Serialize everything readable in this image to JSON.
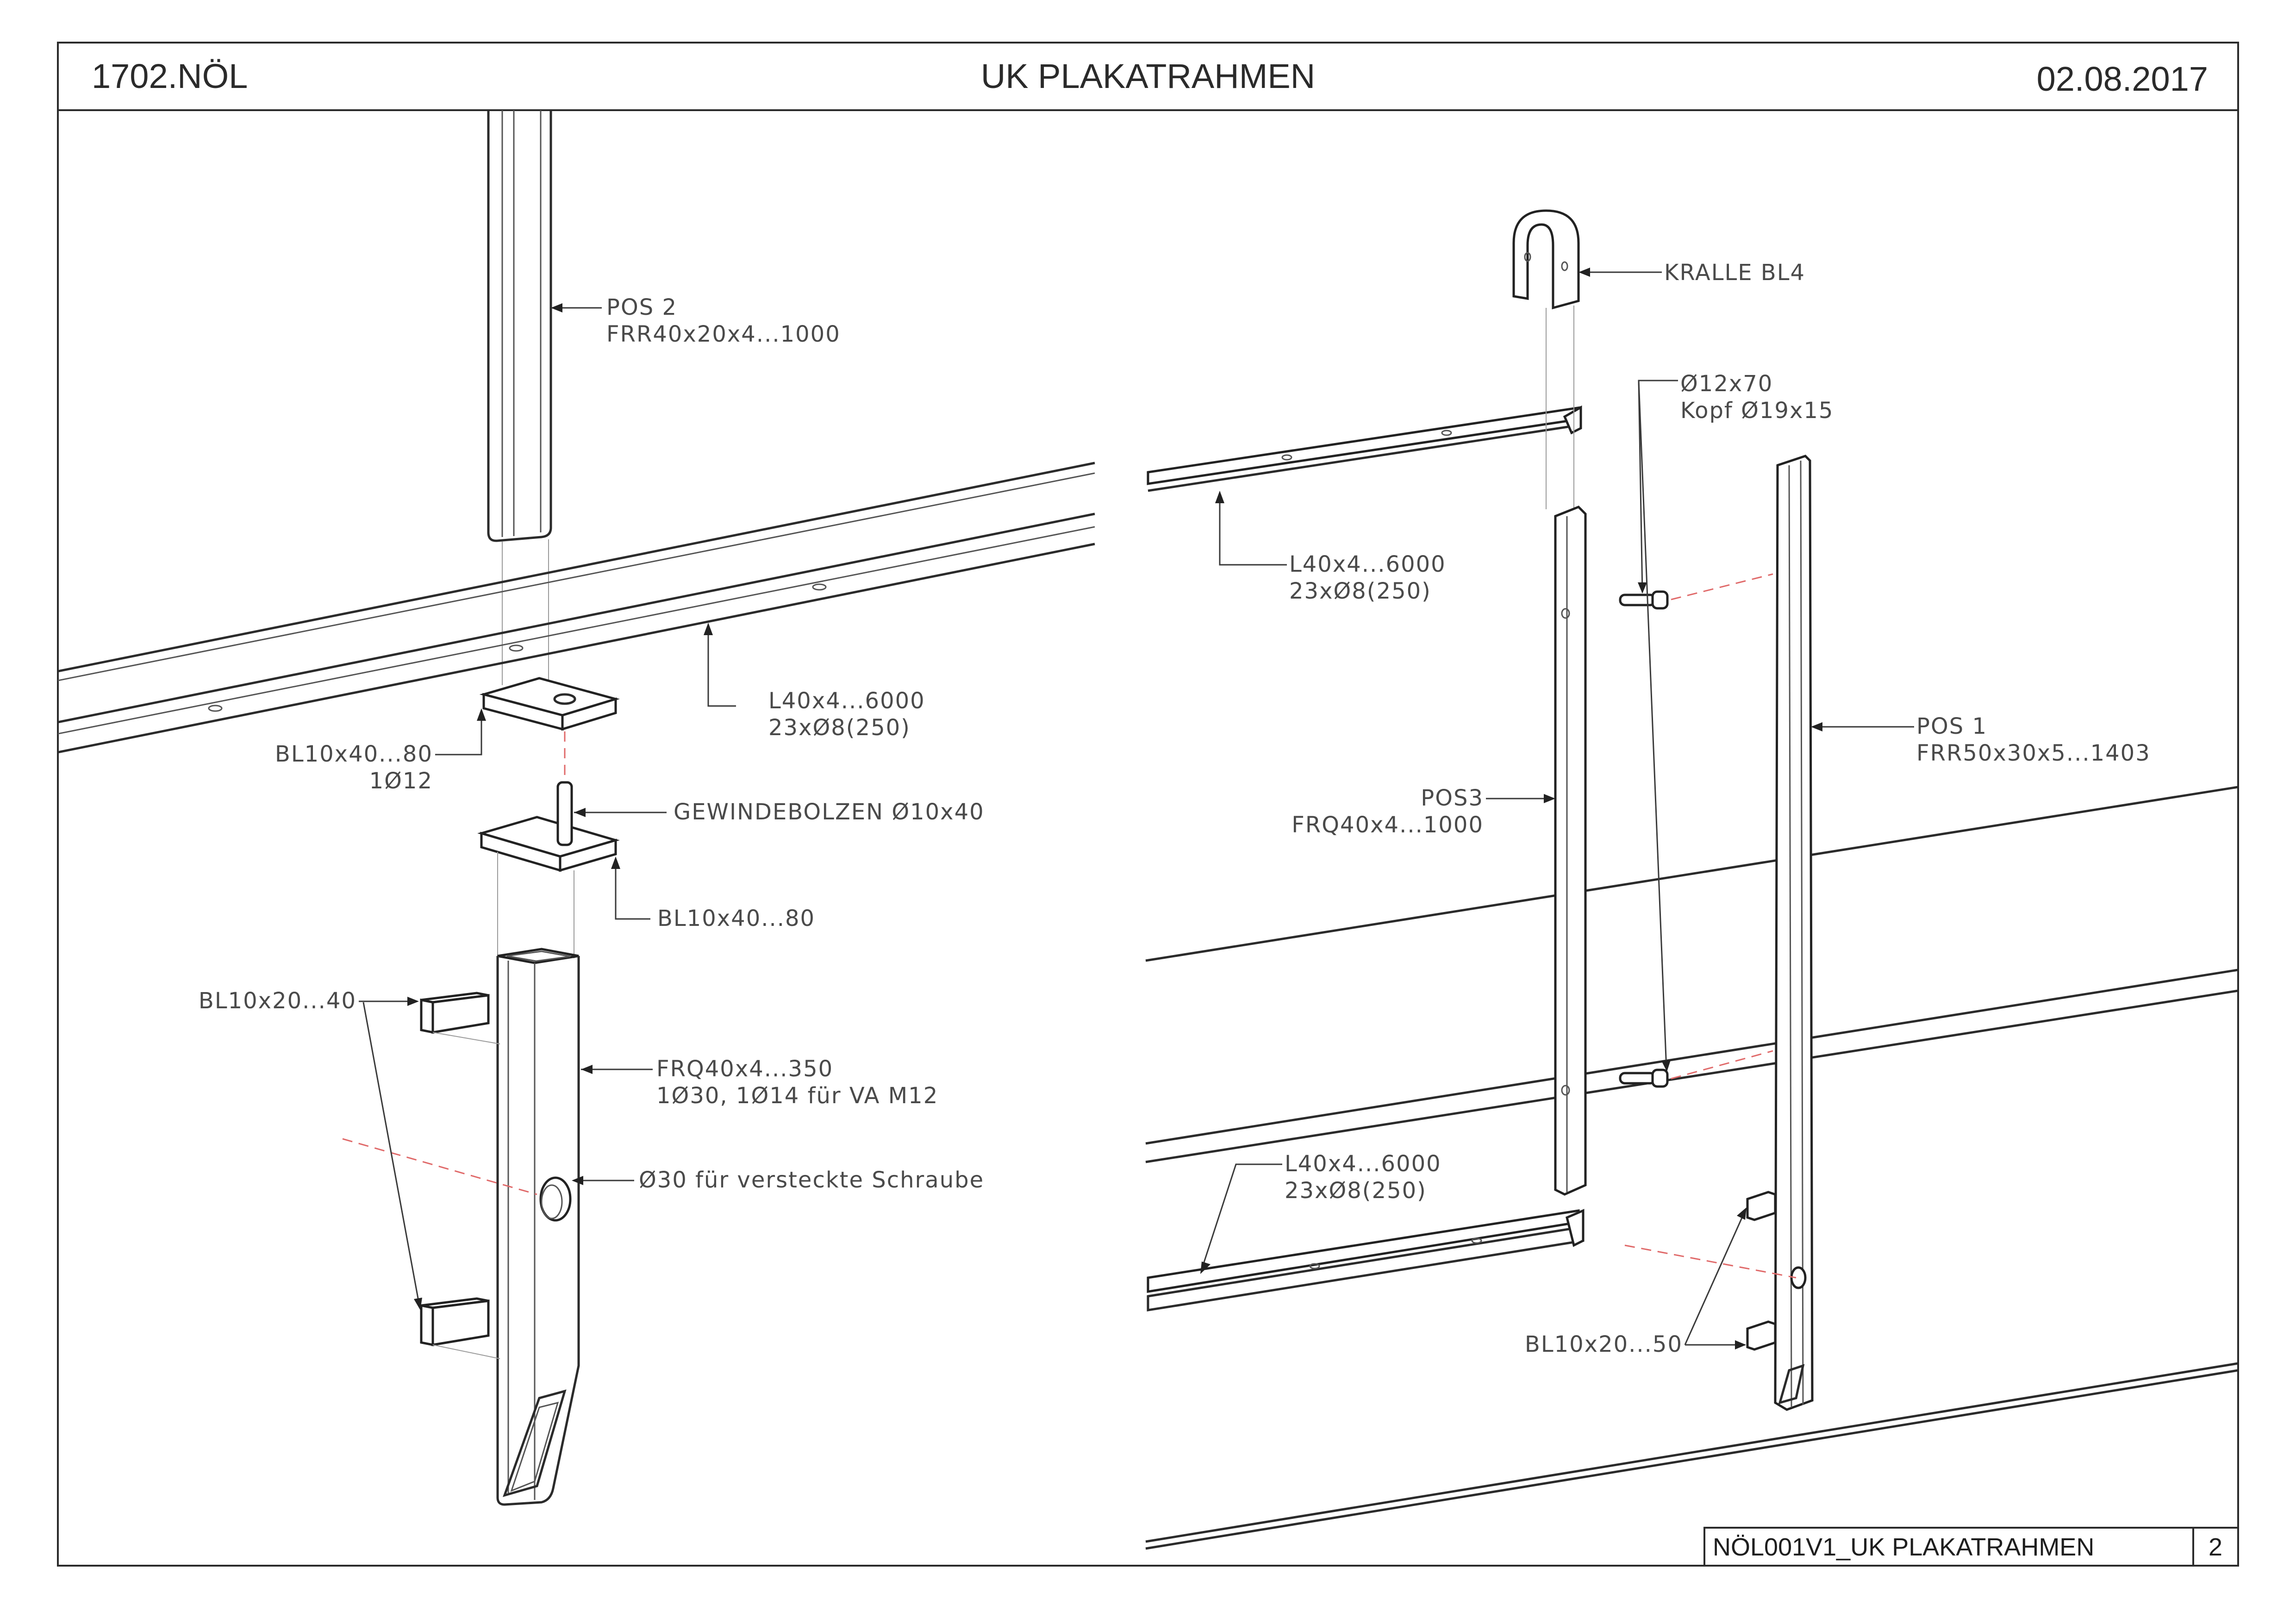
{
  "header": {
    "project_number": "1702.NÖL",
    "drawing_title": "UK PLAKATRAHMEN",
    "date": "02.08.2017"
  },
  "title_block": {
    "drawing_name": "NÖL001V1_UK PLAKATRAHMEN",
    "sheet_number": "2"
  },
  "left_detail": {
    "pos2": {
      "line1": "POS 2",
      "line2": "FRR40x20x4...1000"
    },
    "angle_rail": {
      "line1": "L40x4...6000",
      "line2": "23xØ8(250)"
    },
    "top_plate": {
      "line1": "BL10x40...80",
      "line2": "1Ø12"
    },
    "threaded_bolt": "GEWINDEBOLZEN Ø10x40",
    "bottom_plate": "BL10x40...80",
    "lugs": "BL10x20...40",
    "post": {
      "line1": "FRQ40x4...350",
      "line2": "1Ø30, 1Ø14 für VA M12"
    },
    "hole": "Ø30 für versteckte Schraube"
  },
  "right_detail": {
    "claw": "KRALLE BL4",
    "bolt": {
      "line1": "Ø12x70",
      "line2": "Kopf Ø19x15"
    },
    "upper_rail": {
      "line1": "L40x4...6000",
      "line2": "23xØ8(250)"
    },
    "pos1": {
      "line1": "POS 1",
      "line2": "FRR50x30x5...1403"
    },
    "pos3": {
      "line1": "POS3",
      "line2": "FRQ40x4...1000"
    },
    "lower_rail": {
      "line1": "L40x4...6000",
      "line2": "23xØ8(250)"
    },
    "lugs": "BL10x20...50"
  }
}
